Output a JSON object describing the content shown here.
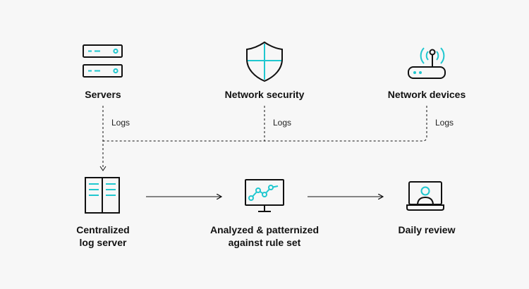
{
  "sources": [
    {
      "label": "Servers",
      "icon": "server-icon"
    },
    {
      "label": "Network security",
      "icon": "shield-icon"
    },
    {
      "label": "Network devices",
      "icon": "router-icon"
    }
  ],
  "logs_label": "Logs",
  "flow": [
    {
      "lines": [
        "Centralized",
        "log server"
      ],
      "icon": "log-server-icon"
    },
    {
      "lines": [
        "Analyzed & patternized",
        "against rule set"
      ],
      "icon": "monitor-chart-icon"
    },
    {
      "lines": [
        "Daily review"
      ],
      "icon": "laptop-user-icon"
    }
  ],
  "colors": {
    "accent": "#1fc7cf",
    "stroke": "#111111",
    "background": "#f7f7f7"
  }
}
